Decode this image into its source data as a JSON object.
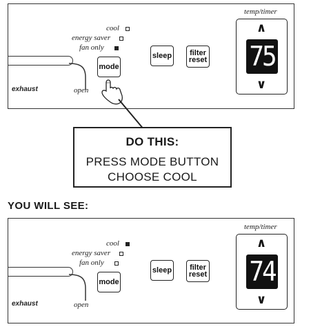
{
  "panel_before": {
    "modes": {
      "cool": "cool",
      "energy_saver": "energy saver",
      "fan_only": "fan only"
    },
    "selected_mode": "fan only",
    "buttons": {
      "mode": "mode",
      "sleep": "sleep",
      "filter_line1": "filter",
      "filter_line2": "reset"
    },
    "exhaust": "exhaust",
    "open": "open",
    "temp_timer": "temp/timer",
    "display_value": "75",
    "up": "∧",
    "down": "∨"
  },
  "instruction": {
    "heading": "DO THIS:",
    "line1": "PRESS MODE BUTTON",
    "line2": "CHOOSE COOL"
  },
  "result_heading": "YOU WILL SEE:",
  "panel_after": {
    "modes": {
      "cool": "cool",
      "energy_saver": "energy saver",
      "fan_only": "fan only"
    },
    "selected_mode": "cool",
    "buttons": {
      "mode": "mode",
      "sleep": "sleep",
      "filter_line1": "filter",
      "filter_line2": "reset"
    },
    "exhaust": "exhaust",
    "open": "open",
    "temp_timer": "temp/timer",
    "display_value": "74",
    "up": "∧",
    "down": "∨"
  }
}
